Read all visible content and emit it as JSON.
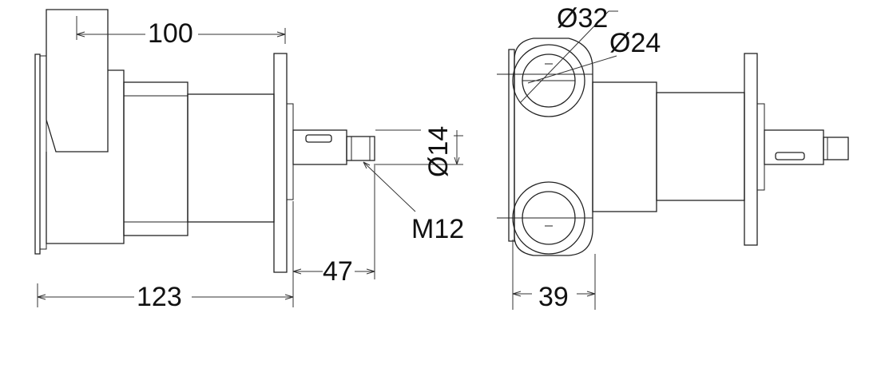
{
  "side_view": {
    "dimensions": {
      "overall_width": "100",
      "overall_length": "123",
      "shaft_length": "47",
      "shaft_diameter": "Ø14",
      "thread": "M12"
    }
  },
  "front_view": {
    "dimensions": {
      "port_outer_diameter": "Ø32",
      "port_inner_diameter": "Ø24",
      "port_offset": "39"
    }
  }
}
